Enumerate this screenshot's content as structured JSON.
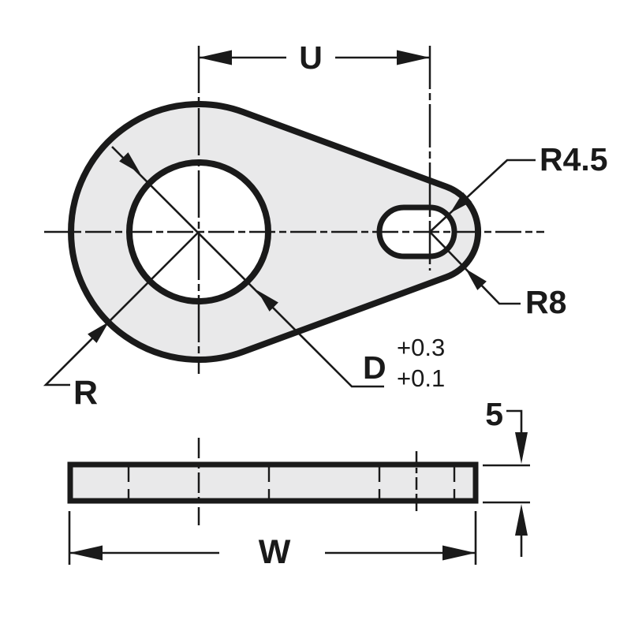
{
  "drawing": {
    "kind": "engineering-drawing",
    "dimension_labels": {
      "u": "U",
      "slot_end_radius": "R4.5",
      "outer_end_radius": "R8",
      "hole_diameter": "D",
      "hole_tol_upper": "+0.3",
      "hole_tol_lower": "+0.1",
      "outer_radius": "R",
      "thickness": "5",
      "width": "W"
    },
    "colors": {
      "part_fill": "#e9e9ea",
      "line": "#1a1a1a",
      "background": "#ffffff"
    }
  }
}
